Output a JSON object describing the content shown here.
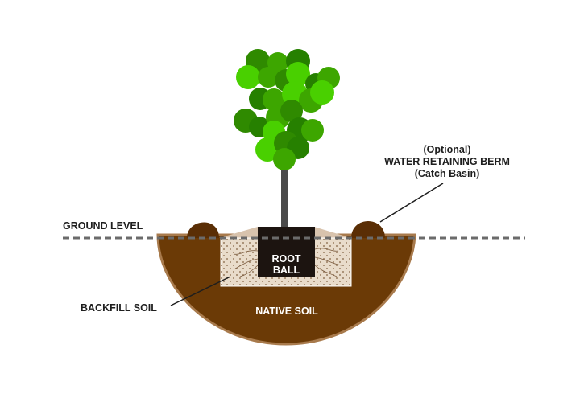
{
  "labels": {
    "ground_level": "GROUND LEVEL",
    "berm_optional": "(Optional)",
    "berm_title": "WATER RETAINING BERM",
    "berm_subtitle": "(Catch Basin)",
    "root_ball_line1": "ROOT",
    "root_ball_line2": "BALL",
    "backfill_soil": "BACKFILL SOIL",
    "native_soil": "NATIVE SOIL"
  },
  "colors": {
    "native_soil": "#6b3a06",
    "native_soil_edge": "#a87a4c",
    "berm": "#5a2e05",
    "backfill": "#e9dccb",
    "backfill_dots": "#8a6b4d",
    "root_ball": "#1c1410",
    "trunk": "#4a4a4a",
    "mulch": "#d8c3ad",
    "foliage": [
      "#2f8a00",
      "#3da600",
      "#49d000",
      "#268000"
    ]
  }
}
